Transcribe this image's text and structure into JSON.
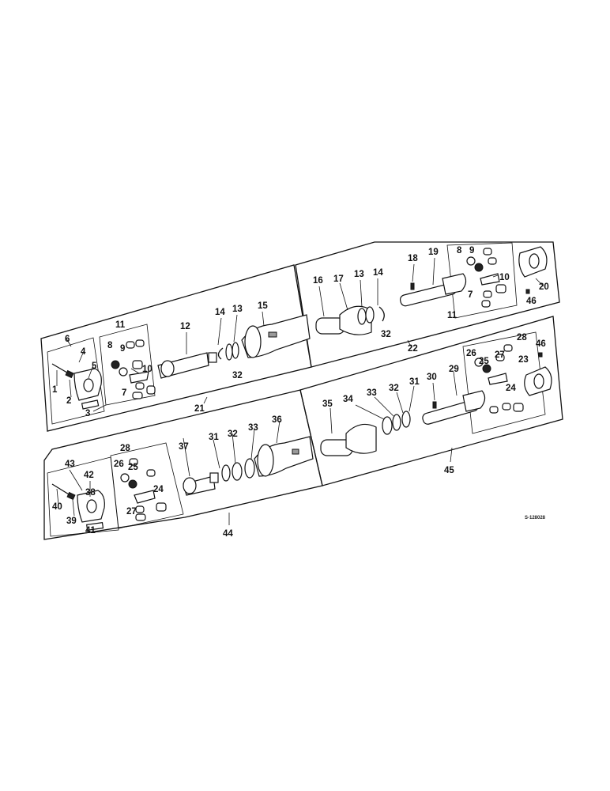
{
  "diagram": {
    "drawing_code": "S-128028",
    "callouts": {
      "c1": "1",
      "c2": "2",
      "c3": "3",
      "c4": "4",
      "c5": "5",
      "c6": "6",
      "c7a": "7",
      "c7b": "7",
      "c8a": "8",
      "c8b": "8",
      "c9a": "9",
      "c9b": "9",
      "c10a": "10",
      "c10b": "10",
      "c11a": "11",
      "c11b": "11",
      "c12": "12",
      "c13a": "13",
      "c13b": "13",
      "c14a": "14",
      "c14b": "14",
      "c15": "15",
      "c16": "16",
      "c17": "17",
      "c18": "18",
      "c19": "19",
      "c20": "20",
      "c21": "21",
      "c22": "22",
      "c23": "23",
      "c24a": "24",
      "c24b": "24",
      "c25a": "25",
      "c25b": "25",
      "c26a": "26",
      "c26b": "26",
      "c27a": "27",
      "c27b": "27",
      "c28a": "28",
      "c28b": "28",
      "c29": "29",
      "c30": "30",
      "c31a": "31",
      "c31b": "31",
      "c32a": "32",
      "c32b": "32",
      "c32c": "32",
      "c32d": "32",
      "c33a": "33",
      "c33b": "33",
      "c34": "34",
      "c35": "35",
      "c36": "36",
      "c37": "37",
      "c38": "38",
      "c39": "39",
      "c40": "40",
      "c41": "41",
      "c42": "42",
      "c43": "43",
      "c44": "44",
      "c45": "45",
      "c46a": "46",
      "c46b": "46"
    }
  }
}
